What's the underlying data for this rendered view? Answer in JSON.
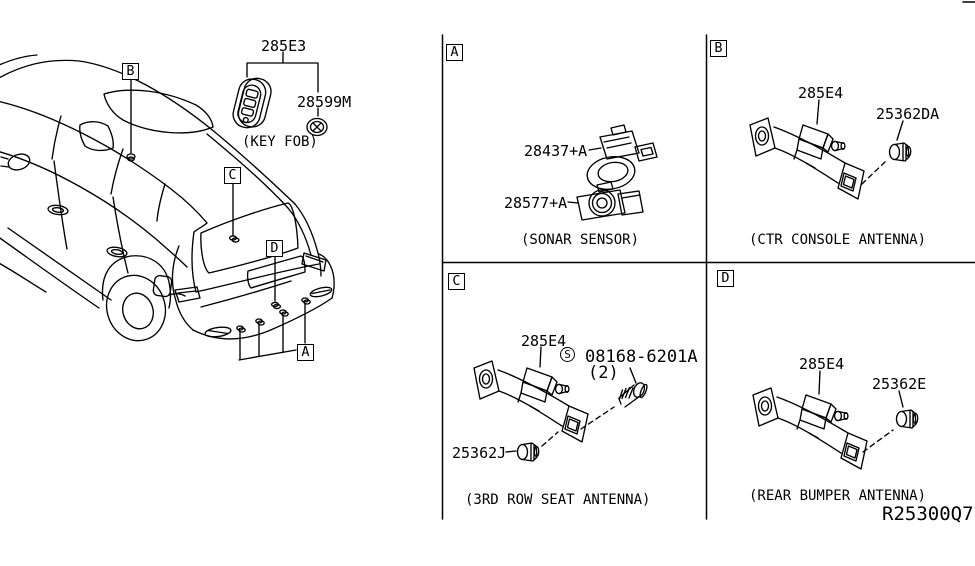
{
  "diagram": {
    "drawing_number": "R25300Q7",
    "key_fob": {
      "part_number": "285E3",
      "battery_part_number": "28599M",
      "caption": "(KEY FOB)"
    },
    "callouts": {
      "roof": "B",
      "liftgate": "C",
      "bumper": "D",
      "sonar": "A"
    },
    "panels": [
      {
        "letter": "A",
        "caption": "(SONAR SENSOR)",
        "part1": "28437+A",
        "part2": "28577+A"
      },
      {
        "letter": "B",
        "caption": "(CTR CONSOLE ANTENNA)",
        "part1": "285E4",
        "part2": "25362DA"
      },
      {
        "letter": "C",
        "caption": "(3RD ROW SEAT ANTENNA)",
        "part1": "285E4",
        "screw_symbol": "S",
        "screw_part": "08168-6201A",
        "screw_qty": "(2)",
        "part2": "25362J"
      },
      {
        "letter": "D",
        "caption": "(REAR BUMPER ANTENNA)",
        "part1": "285E4",
        "part2": "25362E"
      }
    ]
  }
}
